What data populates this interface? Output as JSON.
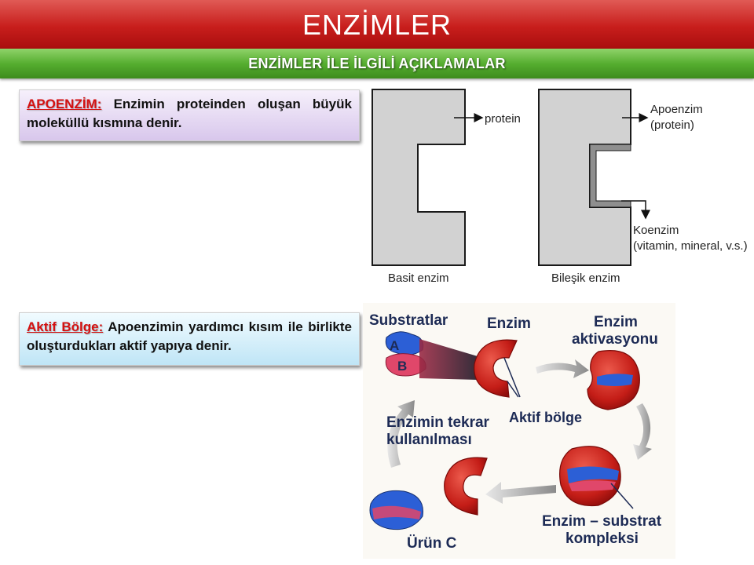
{
  "header": {
    "title": "ENZİMLER",
    "subtitle": "ENZİMLER İLE İLGİLİ AÇIKLAMALAR"
  },
  "definitions": [
    {
      "term": "APOENZİM:",
      "text": "Enzimin proteinden oluşan büyük moleküllü kısmına denir."
    },
    {
      "term": "Aktif Bölge:",
      "text": "Apoenzimin yardımcı kısım ile birlikte oluşturdukları aktif yapıya denir."
    }
  ],
  "enzyme_diagram": {
    "protein_label": "protein",
    "simple_caption": "Basit enzim",
    "apoenzyme_label": "Apoenzim",
    "apoenzyme_sub": "(protein)",
    "coenzyme_label": "Koenzim",
    "coenzyme_sub": "(vitamin, mineral, v.s.)",
    "compound_caption": "Bileşik enzim"
  },
  "cycle_diagram": {
    "substrates": "Substratlar",
    "a": "A",
    "b": "B",
    "enzyme": "Enzim",
    "activation_1": "Enzim",
    "activation_2": "aktivasyonu",
    "active_site": "Aktif bölge",
    "reuse_1": "Enzimin tekrar",
    "reuse_2": "kullanılması",
    "complex_1": "Enzim – substrat",
    "complex_2": "kompleksi",
    "product": "Ürün C"
  },
  "colors": {
    "title_bar": "#c81e1c",
    "subtitle_bar": "#56ae30",
    "term": "#d41111",
    "enzyme_red": "#c8201c",
    "substrate_blue": "#2c5fd6",
    "substrate_pink": "#e0476a"
  }
}
